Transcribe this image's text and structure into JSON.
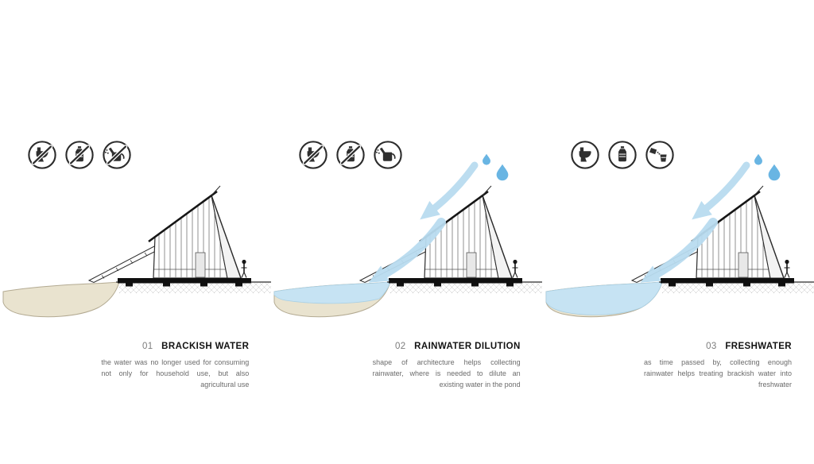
{
  "figure": {
    "colors": {
      "ink": "#2b2b2b",
      "arrow_blue": "#b9dcf0",
      "drop_blue": "#69b5e3",
      "pond_tan": "#e9e3cf",
      "pond_edge": "#b3aa92",
      "pond_blue": "#c6e3f3"
    },
    "panels": [
      {
        "number": "01",
        "title": "BRACKISH WATER",
        "description": "the water was no longer used for consuming not only for household use, but also agricultural use",
        "variant": "brackish",
        "icons": [
          {
            "name": "toilet",
            "symbol": "#icon-toilet",
            "crossed": true
          },
          {
            "name": "water-bottle",
            "symbol": "#icon-bottle",
            "crossed": true
          },
          {
            "name": "watering-can",
            "symbol": "#icon-watering-can",
            "crossed": true
          }
        ]
      },
      {
        "number": "02",
        "title": "RAINWATER DILUTION",
        "description": "shape of architecture helps collecting rainwater, where is needed to dilute an existing water in the pond",
        "variant": "diluted",
        "icons": [
          {
            "name": "toilet",
            "symbol": "#icon-toilet",
            "crossed": true
          },
          {
            "name": "water-bottle",
            "symbol": "#icon-bottle",
            "crossed": true
          },
          {
            "name": "watering-can",
            "symbol": "#icon-watering-can",
            "crossed": false
          }
        ]
      },
      {
        "number": "03",
        "title": "FRESHWATER",
        "description": "as time passed by, collecting enough rainwater helps treating brackish water into freshwater",
        "variant": "fresh",
        "icons": [
          {
            "name": "toilet",
            "symbol": "#icon-toilet",
            "crossed": false
          },
          {
            "name": "water-bottle",
            "symbol": "#icon-bottle",
            "crossed": false
          },
          {
            "name": "pouring-water",
            "symbol": "#icon-pour",
            "crossed": false
          }
        ]
      }
    ]
  }
}
